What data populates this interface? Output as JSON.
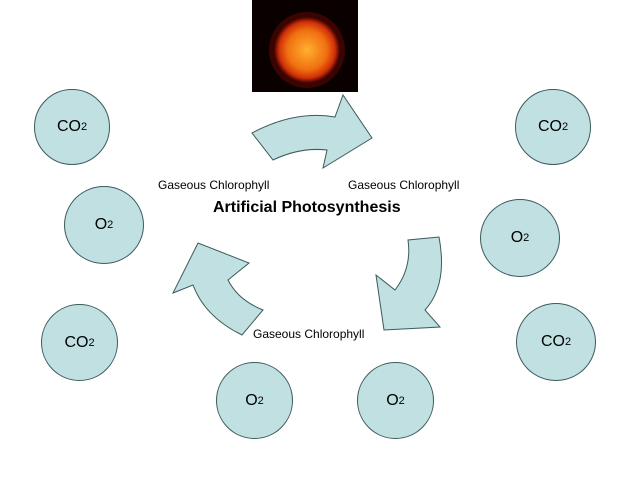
{
  "title": "Artificial Photosynthesis",
  "labels": {
    "left": "Gaseous Chlorophyll",
    "right": "Gaseous Chlorophyll",
    "bottom": "Gaseous Chlorophyll"
  },
  "molecules": [
    {
      "base": "CO",
      "sub": "2"
    },
    {
      "base": "O",
      "sub": "2"
    },
    {
      "base": "CO",
      "sub": "2"
    },
    {
      "base": "O",
      "sub": "2"
    },
    {
      "base": "O",
      "sub": "2"
    },
    {
      "base": "CO",
      "sub": "2"
    },
    {
      "base": "O",
      "sub": "2"
    },
    {
      "base": "CO",
      "sub": "2"
    }
  ],
  "colors": {
    "circle_fill": "#c0e0e2",
    "arrow_fill": "#c0e0e2",
    "outline": "#3d5a5c"
  }
}
